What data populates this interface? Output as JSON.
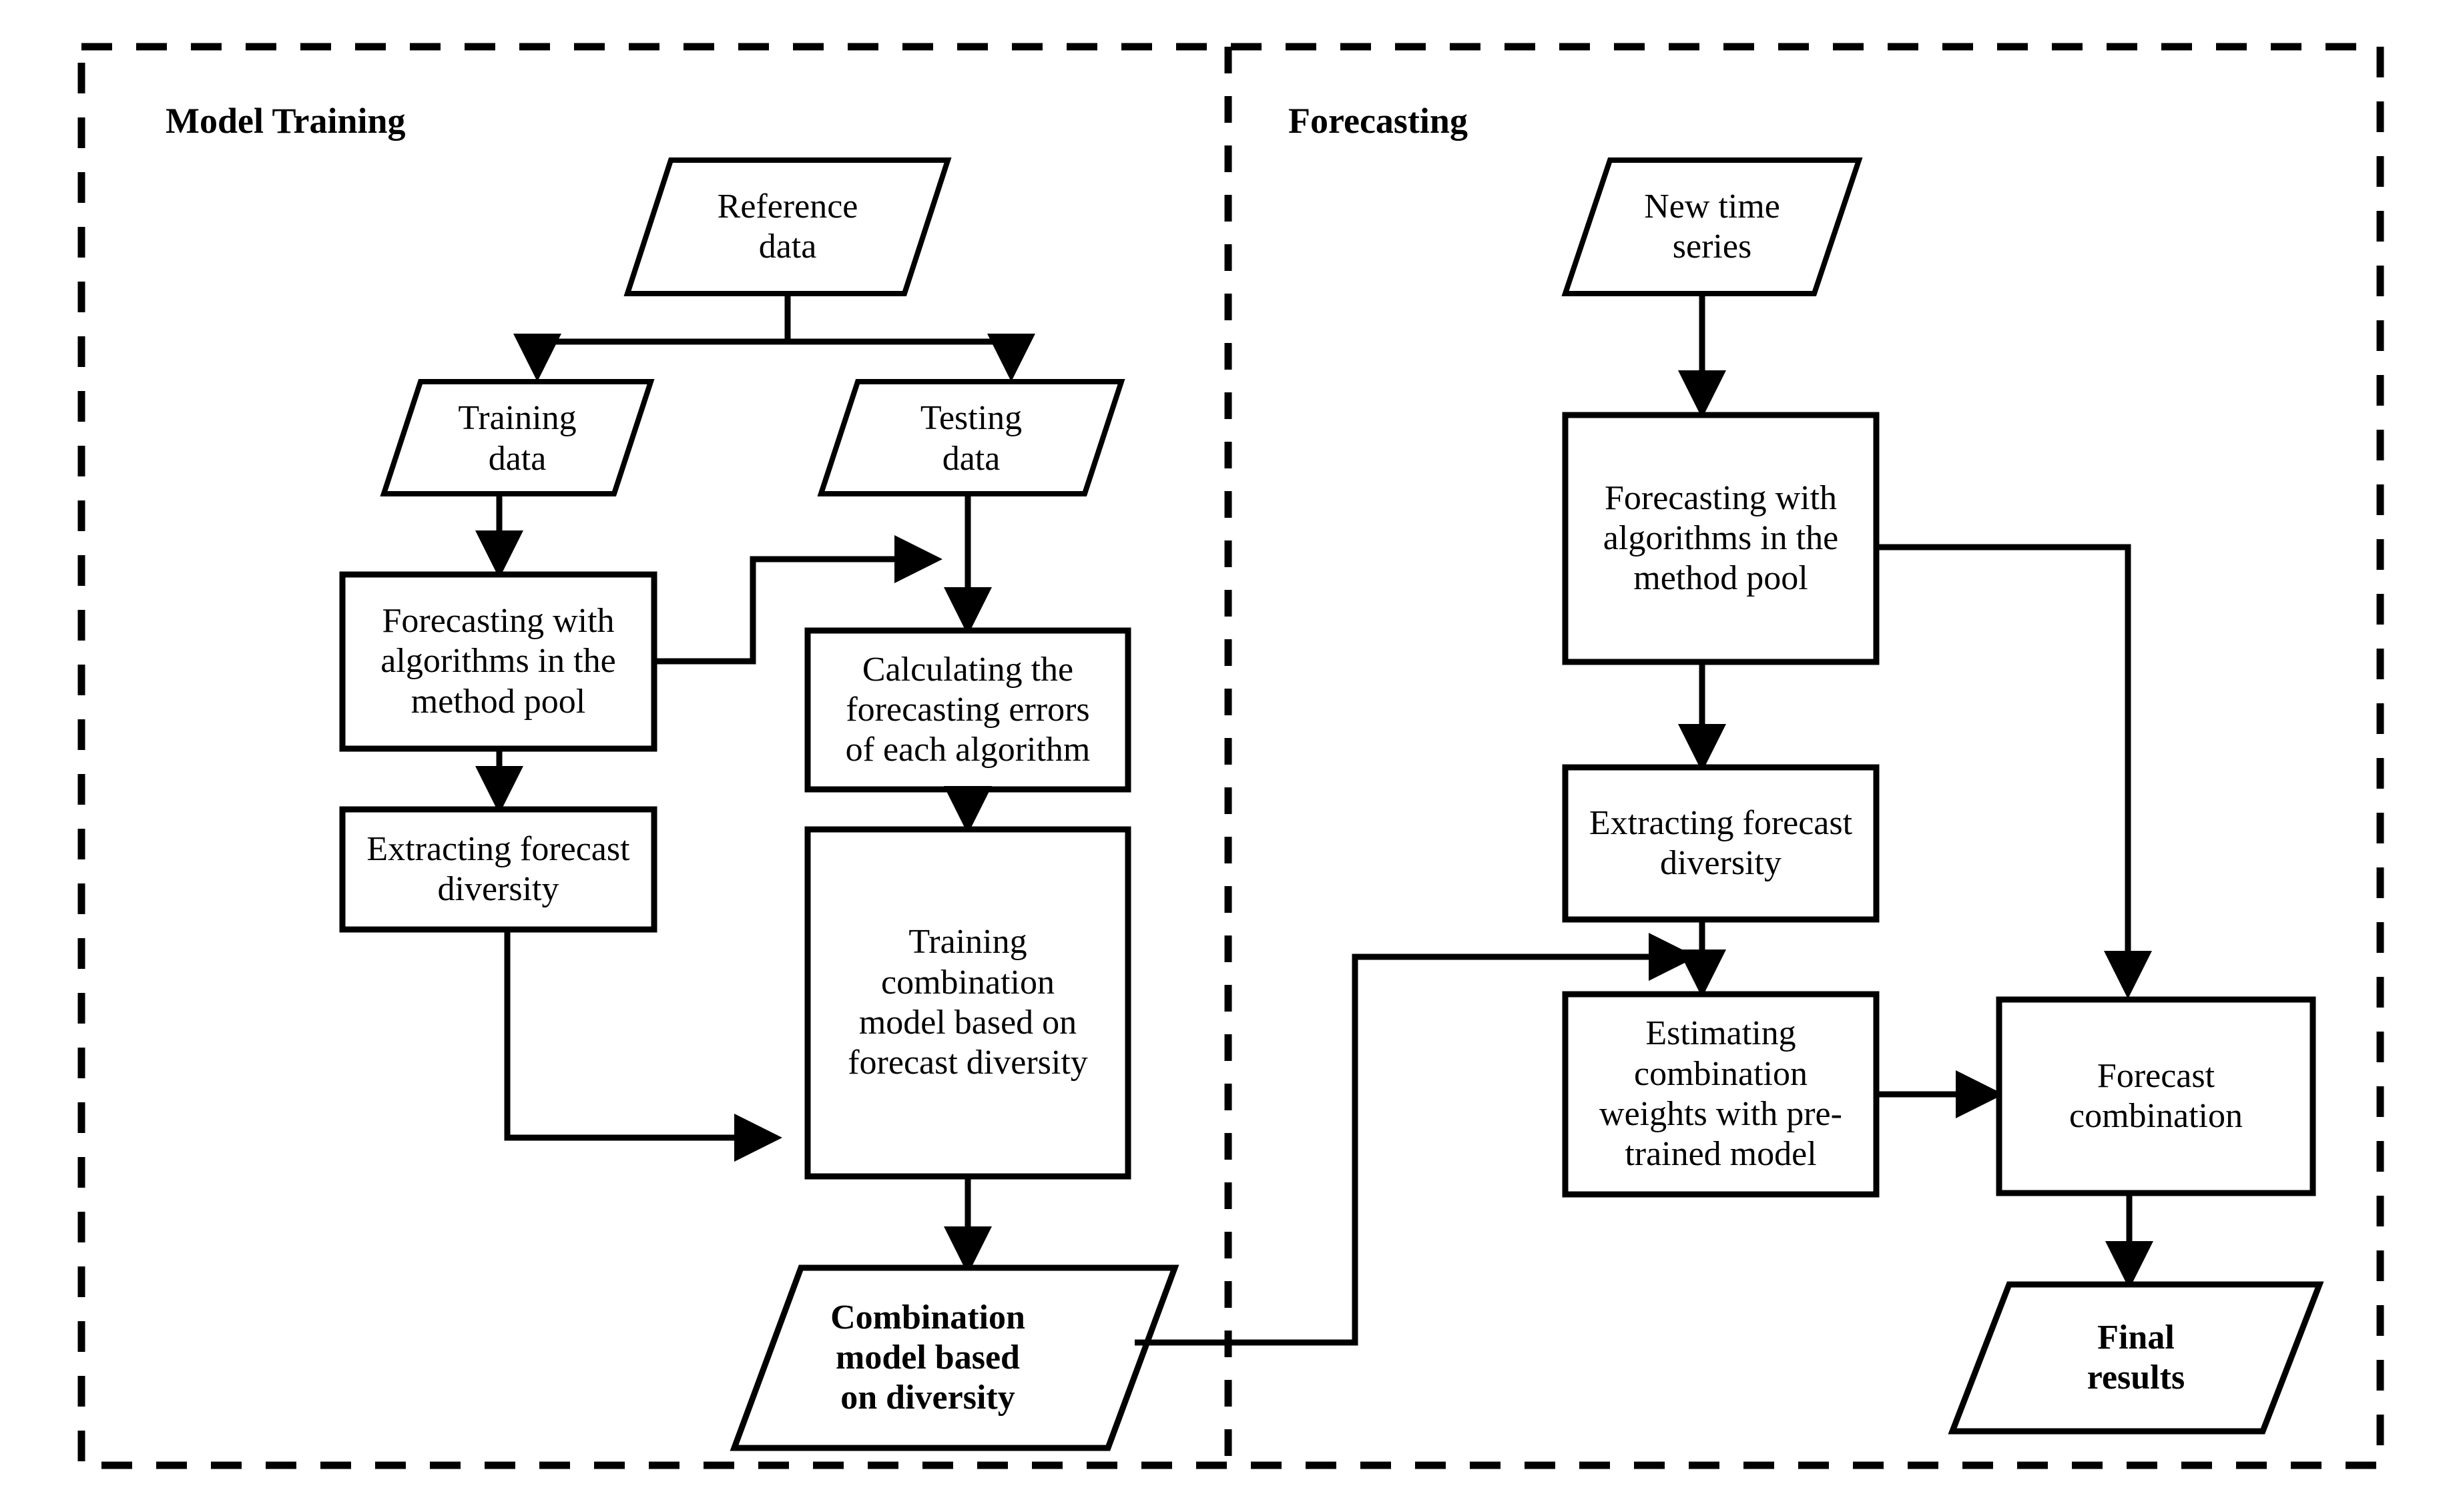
{
  "figure": {
    "type": "flowchart",
    "orientation": "two-panel",
    "background_color": "#ffffff",
    "stroke_color": "#000000",
    "panel_divider": "dashed-vertical"
  },
  "panels": [
    {
      "id": "model-training",
      "title": "Model Training"
    },
    {
      "id": "forecasting",
      "title": "Forecasting"
    }
  ],
  "nodes": {
    "reference_data": {
      "label": "Reference\ndata",
      "shape": "parallelogram",
      "bold": false
    },
    "training_data": {
      "label": "Training\ndata",
      "shape": "parallelogram",
      "bold": false
    },
    "testing_data": {
      "label": "Testing\ndata",
      "shape": "parallelogram",
      "bold": false
    },
    "train_forecasting_pool": {
      "label": "Forecasting with\nalgorithms in the\nmethod pool",
      "shape": "rectangle",
      "bold": false
    },
    "calculating_errors": {
      "label": "Calculating the\nforecasting errors\nof each algorithm",
      "shape": "rectangle",
      "bold": false
    },
    "train_extracting_diversity": {
      "label": "Extracting forecast\ndiversity",
      "shape": "rectangle",
      "bold": false
    },
    "training_combination_model": {
      "label": "Training\ncombination\nmodel based on\nforecast diversity",
      "shape": "rectangle",
      "bold": false
    },
    "combination_model_output": {
      "label": "Combination\nmodel based\non diversity",
      "shape": "parallelogram",
      "bold": true
    },
    "new_time_series": {
      "label": "New time\nseries",
      "shape": "parallelogram",
      "bold": false
    },
    "fc_forecasting_pool": {
      "label": "Forecasting with\nalgorithms in the\nmethod pool",
      "shape": "rectangle",
      "bold": false
    },
    "fc_extracting_diversity": {
      "label": "Extracting forecast\ndiversity",
      "shape": "rectangle",
      "bold": false
    },
    "estimating_weights": {
      "label": "Estimating\ncombination\nweights with pre-\ntrained model",
      "shape": "rectangle",
      "bold": false
    },
    "forecast_combination": {
      "label": "Forecast\ncombination",
      "shape": "rectangle",
      "bold": false
    },
    "final_results": {
      "label": "Final\nresults",
      "shape": "parallelogram",
      "bold": true
    }
  },
  "edges": [
    {
      "from": "reference_data",
      "to": "training_data",
      "arrow": true
    },
    {
      "from": "reference_data",
      "to": "testing_data",
      "arrow": true
    },
    {
      "from": "training_data",
      "to": "train_forecasting_pool",
      "arrow": true
    },
    {
      "from": "testing_data",
      "to": "calculating_errors",
      "arrow": true
    },
    {
      "from": "train_forecasting_pool",
      "to": "calculating_errors",
      "arrow": true
    },
    {
      "from": "train_forecasting_pool",
      "to": "train_extracting_diversity",
      "arrow": true
    },
    {
      "from": "calculating_errors",
      "to": "training_combination_model",
      "arrow": true
    },
    {
      "from": "train_extracting_diversity",
      "to": "training_combination_model",
      "arrow": true
    },
    {
      "from": "training_combination_model",
      "to": "combination_model_output",
      "arrow": true
    },
    {
      "from": "combination_model_output",
      "to": "estimating_weights",
      "arrow": true
    },
    {
      "from": "new_time_series",
      "to": "fc_forecasting_pool",
      "arrow": true
    },
    {
      "from": "fc_forecasting_pool",
      "to": "fc_extracting_diversity",
      "arrow": true
    },
    {
      "from": "fc_forecasting_pool",
      "to": "forecast_combination",
      "arrow": true
    },
    {
      "from": "fc_extracting_diversity",
      "to": "estimating_weights",
      "arrow": true
    },
    {
      "from": "estimating_weights",
      "to": "forecast_combination",
      "arrow": true
    },
    {
      "from": "forecast_combination",
      "to": "final_results",
      "arrow": true
    }
  ]
}
